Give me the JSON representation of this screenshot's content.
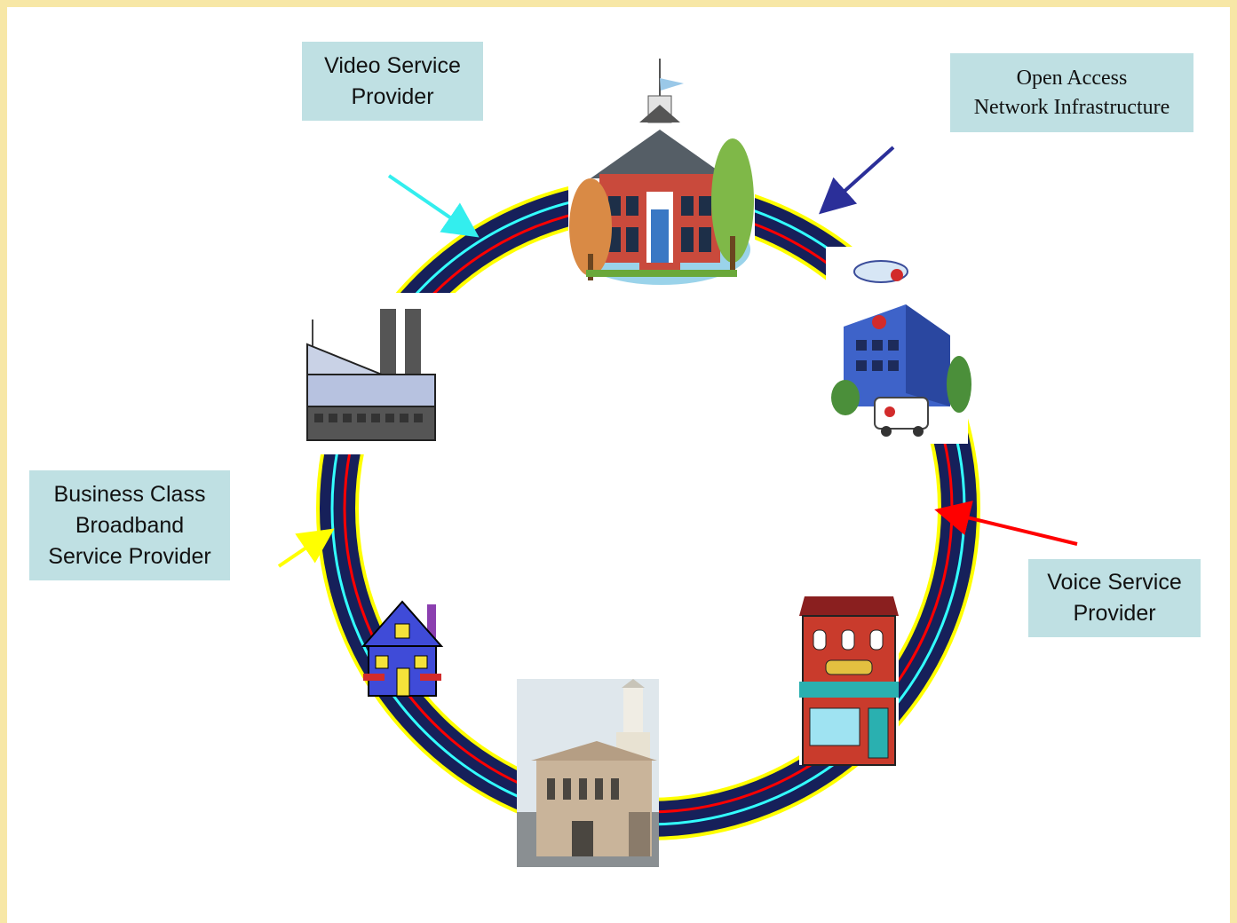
{
  "labels": {
    "video": "Video  Service\nProvider",
    "open_access": "Open Access\nNetwork Infrastructure",
    "business": "Business Class\nBroadband\nService Provider",
    "voice": "Voice Service\nProvider"
  },
  "colors": {
    "ring_outer": "#ffff00",
    "ring_body": "#16205a",
    "ring_cyan": "#33ffff",
    "ring_red": "#ff0000",
    "label_bg": "#bfe0e3",
    "frame_bg": "#f7e7a6",
    "arrow_video": "#33eeee",
    "arrow_open_access": "#2b2f99",
    "arrow_business": "#ffff00",
    "arrow_voice": "#ff0000"
  },
  "icons": [
    "schoolhouse-icon",
    "hospital-icon",
    "storefront-icon",
    "courthouse-icon",
    "house-icon",
    "factory-icon"
  ]
}
